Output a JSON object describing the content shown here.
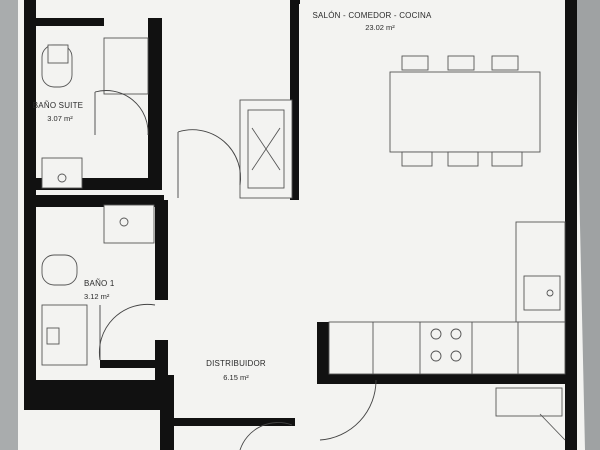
{
  "rooms": {
    "salon": {
      "name": "SALÓN - COMEDOR - COCINA",
      "area": "23.02 m²"
    },
    "bano_suite": {
      "name": "BAÑO SUITE",
      "area": "3.07 m²"
    },
    "bano1": {
      "name": "BAÑO 1",
      "area": "3.12 m²"
    },
    "distribuidor": {
      "name": "DISTRIBUIDOR",
      "area": "6.15 m²"
    }
  },
  "colors": {
    "wall": "#111111",
    "paper": "#f3f3f1",
    "background": "#a9acad"
  }
}
